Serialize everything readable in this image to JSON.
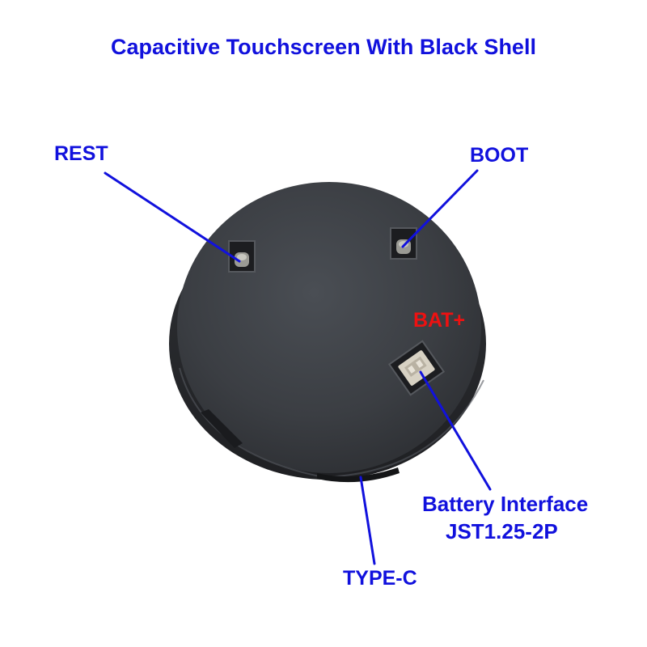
{
  "title": "Capacitive Touchscreen With Black Shell",
  "labels": {
    "rest": "REST",
    "boot": "BOOT",
    "bat_plus": "BAT+",
    "battery_interface": "Battery Interface",
    "jst": "JST1.25-2P",
    "type_c": "TYPE-C"
  },
  "colors": {
    "label": "#1111dd",
    "bat_plus": "#ee1111",
    "shell": "#3a3d42",
    "leader_line": "#1111dd"
  }
}
